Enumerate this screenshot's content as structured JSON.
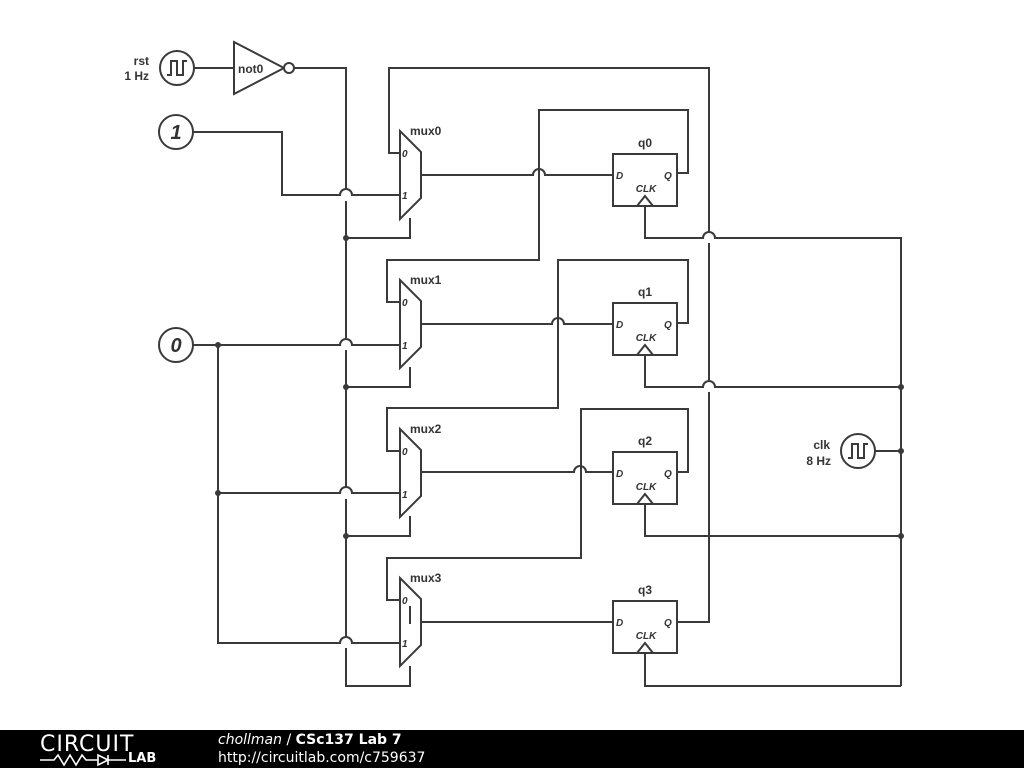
{
  "components": {
    "rst": {
      "name": "rst",
      "freq": "1 Hz"
    },
    "clk": {
      "name": "clk",
      "freq": "8 Hz"
    },
    "const1": {
      "value": "1"
    },
    "const0": {
      "value": "0"
    },
    "not0": {
      "name": "not0"
    },
    "muxes": [
      {
        "name": "mux0",
        "in0": "0",
        "in1": "1"
      },
      {
        "name": "mux1",
        "in0": "0",
        "in1": "1"
      },
      {
        "name": "mux2",
        "in0": "0",
        "in1": "1"
      },
      {
        "name": "mux3",
        "in0": "0",
        "in1": "1"
      }
    ],
    "flipflops": [
      {
        "name": "q0",
        "d": "D",
        "q": "Q",
        "clk": "CLK"
      },
      {
        "name": "q1",
        "d": "D",
        "q": "Q",
        "clk": "CLK"
      },
      {
        "name": "q2",
        "d": "D",
        "q": "Q",
        "clk": "CLK"
      },
      {
        "name": "q3",
        "d": "D",
        "q": "Q",
        "clk": "CLK"
      }
    ]
  },
  "footer": {
    "logo_top": "CIRCUIT",
    "logo_bottom": "LAB",
    "author": "chollman",
    "separator": " / ",
    "title": "CSc137 Lab 7",
    "url": "http://circuitlab.com/c759637"
  }
}
